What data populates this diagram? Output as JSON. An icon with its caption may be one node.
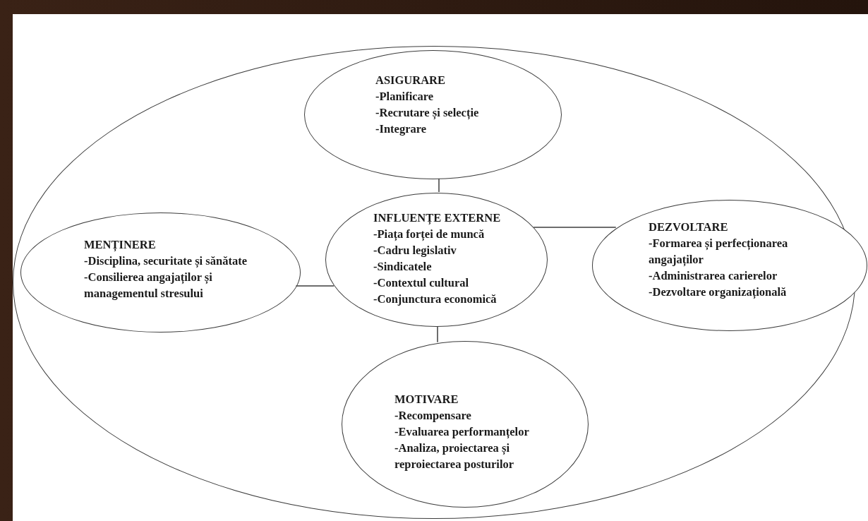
{
  "diagram": {
    "nodes": [
      {
        "text": [],
        "shape": "ellipse"
      },
      {
        "text": [
          "ASIGURARE",
          "-Planificare",
          "-Recrutare și selecție",
          "-Integrare"
        ],
        "in": 0
      },
      {
        "text": [
          "INFLUENȚE EXTERNE",
          "-Piața forței de muncă",
          "-Cadru legislativ",
          "-Sindicatele",
          "-Contextul cultural",
          "-Conjunctura economică"
        ],
        "in": 0
      },
      {
        "text": [
          "MENȚINERE",
          "-Disciplina, securitate și sănătate",
          "-Consilierea angajaților și managementul stresului"
        ],
        "in": 0
      },
      {
        "text": [
          "DEZVOLTARE",
          "-Formarea și perfecționarea angajaților",
          "-Administrarea carierelor",
          "-Dezvoltare organizațională"
        ],
        "in": 0
      },
      {
        "text": [
          "MOTIVARE",
          "-Recompensare",
          "-Evaluarea performanțelor",
          "-Analiza, proiectarea și reproiectarea posturilor"
        ],
        "in": 0
      }
    ],
    "edges": [
      {
        "from": 1,
        "to": 2,
        "arrow": "none"
      },
      {
        "from": 3,
        "to": 2,
        "arrow": "none"
      },
      {
        "from": 2,
        "to": 4,
        "arrow": "none"
      },
      {
        "from": 2,
        "to": 5,
        "arrow": "none"
      }
    ]
  }
}
